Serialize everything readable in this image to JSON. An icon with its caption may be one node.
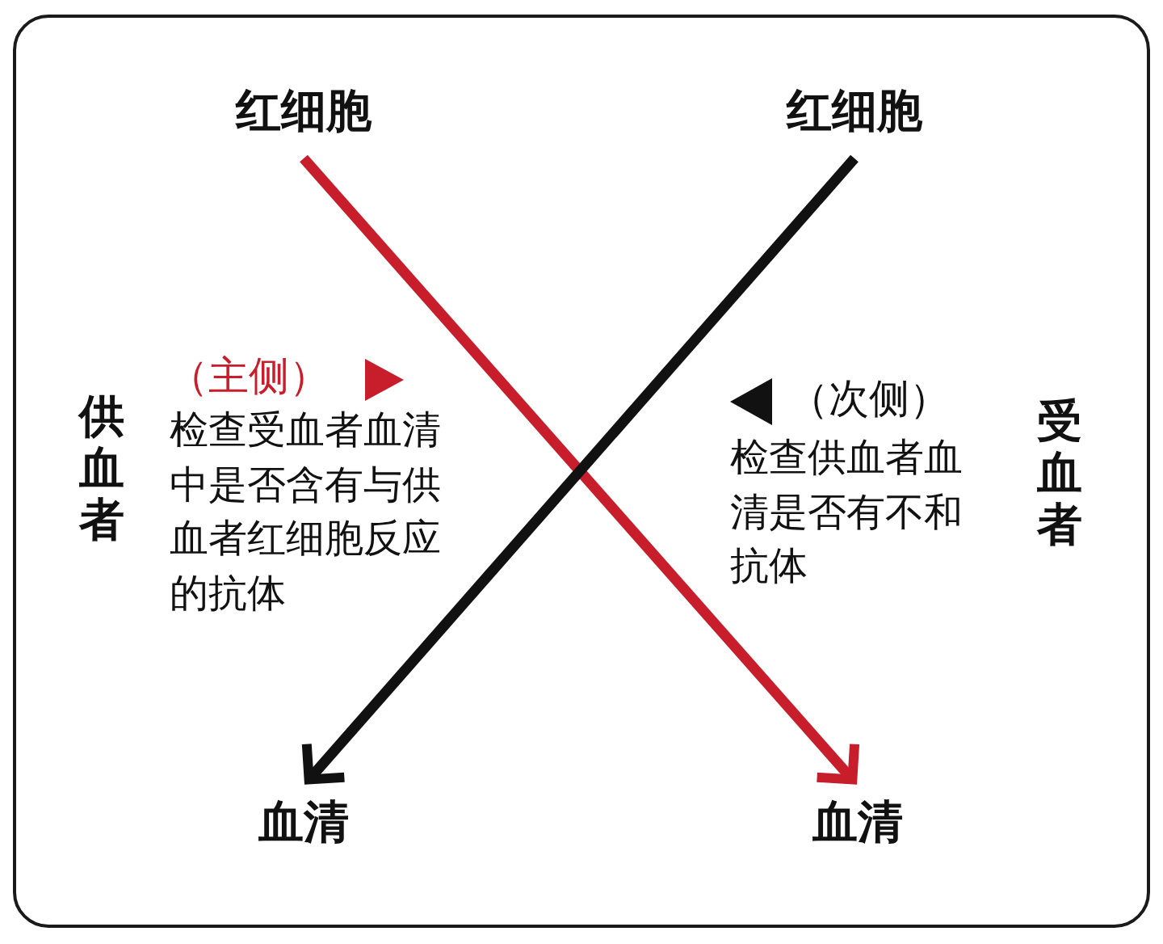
{
  "diagram": {
    "nodes": [
      {
        "text": [
          "红细胞"
        ]
      },
      {
        "text": [
          "红细胞"
        ]
      },
      {
        "text": [
          "血清"
        ]
      },
      {
        "text": [
          "血清"
        ]
      }
    ],
    "edges": [
      {
        "from": 0,
        "to": 3,
        "arrow": "to",
        "color": "#c81e2c"
      },
      {
        "from": 1,
        "to": 2,
        "arrow": "to",
        "color": "#111111"
      }
    ],
    "labels": [
      "供血者",
      "（主侧）",
      "检查受血者血清中是否含有与供血者红细胞反应的抗体",
      "（次侧）",
      "检查供血者血清是否有不和抗体",
      "受血者"
    ]
  }
}
